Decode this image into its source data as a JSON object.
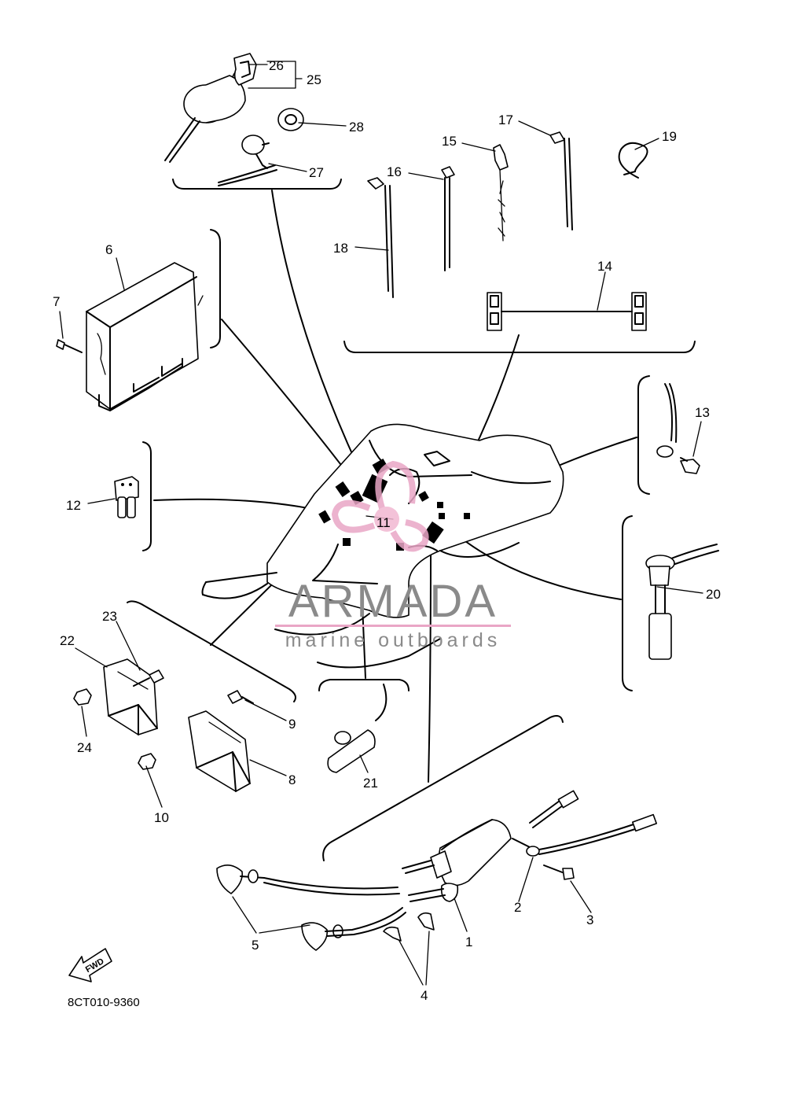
{
  "diagram": {
    "drawing_code": "8CT010-9360",
    "fwd_label": "FWD",
    "watermark": {
      "brand": "ARMADA",
      "tagline": "marine outboards",
      "colors": {
        "text": "#8a8a8a",
        "logo": "#e9a6c6",
        "logo_center": "#f2b8d2"
      }
    },
    "part_numbers": {
      "p1": "1",
      "p2": "2",
      "p3": "3",
      "p4": "4",
      "p5": "5",
      "p6": "6",
      "p7": "7",
      "p8": "8",
      "p9": "9",
      "p10": "10",
      "p11": "11",
      "p12": "12",
      "p13": "13",
      "p14": "14",
      "p15": "15",
      "p16": "16",
      "p17": "17",
      "p18": "18",
      "p19": "19",
      "p20": "20",
      "p21": "21",
      "p22": "22",
      "p23": "23",
      "p24": "24",
      "p25": "25",
      "p26": "26",
      "p27": "27",
      "p28": "28"
    }
  }
}
